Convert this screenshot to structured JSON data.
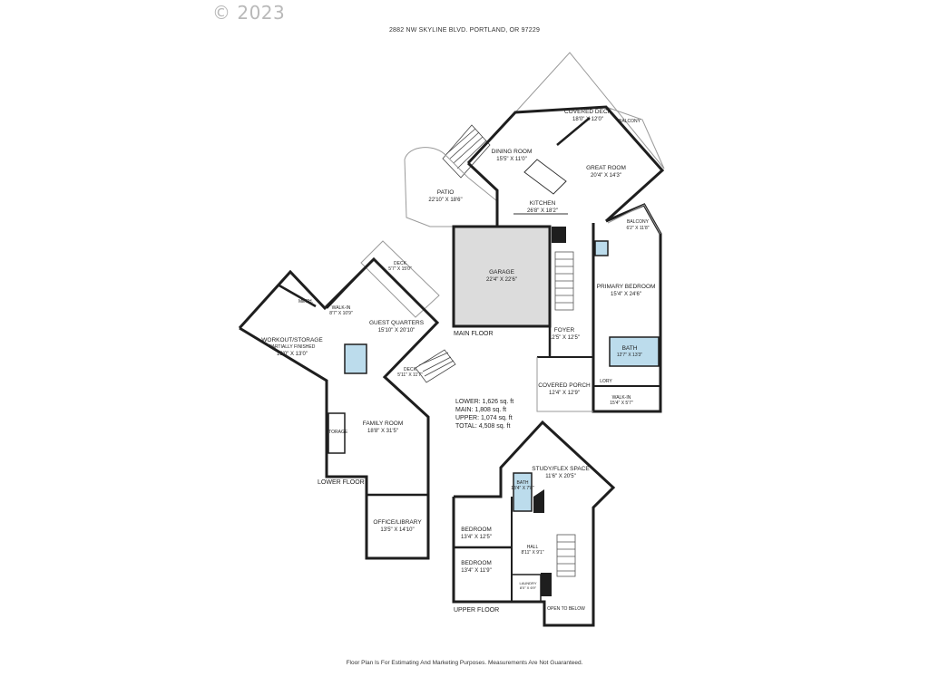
{
  "copyright": "© 2023",
  "address": "2882 NW SKYLINE BLVD. PORTLAND, OR 97229",
  "disclaimer": "Floor Plan Is For Estimating And Marketing Purposes. Measurements Are Not Guaranteed.",
  "floors": {
    "main": "MAIN FLOOR",
    "lower": "LOWER FLOOR",
    "upper": "UPPER FLOOR"
  },
  "totals": {
    "lower": "LOWER: 1,626 sq. ft",
    "main": "MAIN: 1,808 sq. ft",
    "upper": "UPPER: 1,074 sq. ft",
    "total": "TOTAL: 4,508 sq. ft"
  },
  "rooms": {
    "covered_deck": {
      "name": "COVERED DECK",
      "dim": "18'0\" X 12'0\""
    },
    "balcony_top": {
      "name": "BALCONY"
    },
    "dining_room": {
      "name": "DINING ROOM",
      "dim": "15'5\" X 11'0\""
    },
    "great_room": {
      "name": "GREAT ROOM",
      "dim": "20'4\" X 14'3\""
    },
    "patio": {
      "name": "PATIO",
      "dim": "22'10\" X 18'6\""
    },
    "kitchen": {
      "name": "KITCHEN",
      "dim": "26'8\" X 18'2\""
    },
    "balcony_right": {
      "name": "BALCONY",
      "dim": "6'2\" X 11'8\""
    },
    "garage": {
      "name": "GARAGE",
      "dim": "22'4\" X 22'6\""
    },
    "primary_bedroom": {
      "name": "PRIMARY BEDROOM",
      "dim": "15'4\" X 24'6\""
    },
    "foyer": {
      "name": "FOYER",
      "dim": "12'5\" X 12'5\""
    },
    "bath_main": {
      "name": "BATH",
      "dim": "12'7\" X 13'3\""
    },
    "covered_porch": {
      "name": "COVERED PORCH",
      "dim": "12'4\" X 12'9\""
    },
    "lory": {
      "name": "LORY"
    },
    "walk_in_main": {
      "name": "WALK-IN",
      "dim": "15'4\" X 5'7\""
    },
    "deck_lower_top": {
      "name": "DECK",
      "dim": "5'7\" X 15'0\""
    },
    "mech": {
      "name": "MECH."
    },
    "walk_in_lower": {
      "name": "WALK-IN",
      "dim": "8'7\" X 10'9\""
    },
    "guest_quarters": {
      "name": "GUEST QUARTERS",
      "dim": "15'10\" X 20'10\""
    },
    "workout": {
      "name": "WORKOUT/STORAGE",
      "sub": "PARTIALLY FINISHED",
      "dim": "19'0\" X 13'0\""
    },
    "deck_lower": {
      "name": "DECK",
      "dim": "5'11\" X 11'7\""
    },
    "family_room": {
      "name": "FAMILY ROOM",
      "dim": "18'8\" X 31'5\""
    },
    "storage": {
      "name": "STORAGE"
    },
    "office": {
      "name": "OFFICE/LIBRARY",
      "dim": "13'5\" X 14'10\""
    },
    "study": {
      "name": "STUDY/FLEX SPACE",
      "dim": "11'6\" X 20'5\""
    },
    "bath_upper": {
      "name": "BATH",
      "dim": "13'4\" X 7'8\""
    },
    "bedroom1": {
      "name": "BEDROOM",
      "dim": "13'4\" X 12'5\""
    },
    "hall": {
      "name": "HALL",
      "dim": "8'11\" X 9'1\""
    },
    "bedroom2": {
      "name": "BEDROOM",
      "dim": "13'4\" X 11'9\""
    },
    "laundry": {
      "name": "LAUNDRY",
      "dim": "8'0\" X 6'9\""
    },
    "open_below": {
      "name": "OPEN TO BELOW"
    }
  },
  "colors": {
    "wall": "#1e1e1e",
    "garage": "#dcdcdc",
    "bath": "#bcdcec",
    "thin": "#9a9a9a"
  }
}
